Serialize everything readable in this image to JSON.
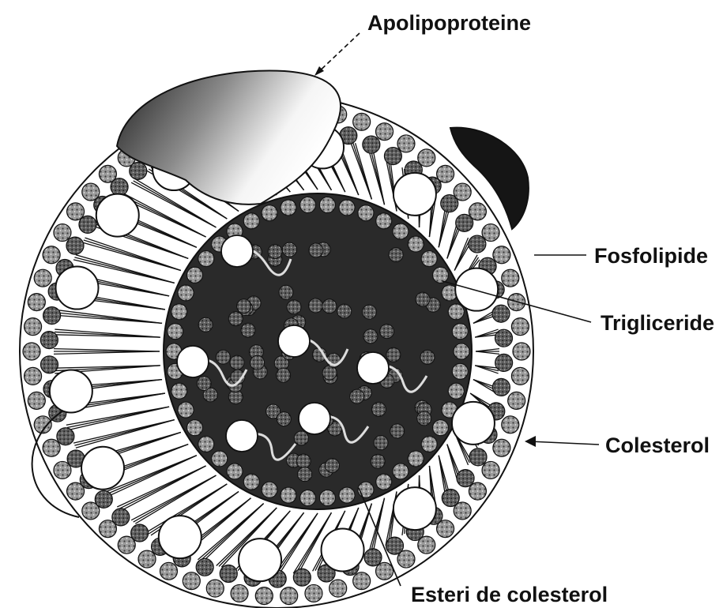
{
  "labels": {
    "apolipoproteine": "Apolipoproteine",
    "fosfolipide": "Fosfolipide",
    "trigliceride": "Trigliceride",
    "colesterol": "Colesterol",
    "esteri_de_colesterol": "Esteri de colesterol"
  },
  "colors": {
    "ink": "#111111",
    "core": "#2a2a2a",
    "head": "#8c8c8c",
    "cholesterol_fill": "#ffffff"
  }
}
